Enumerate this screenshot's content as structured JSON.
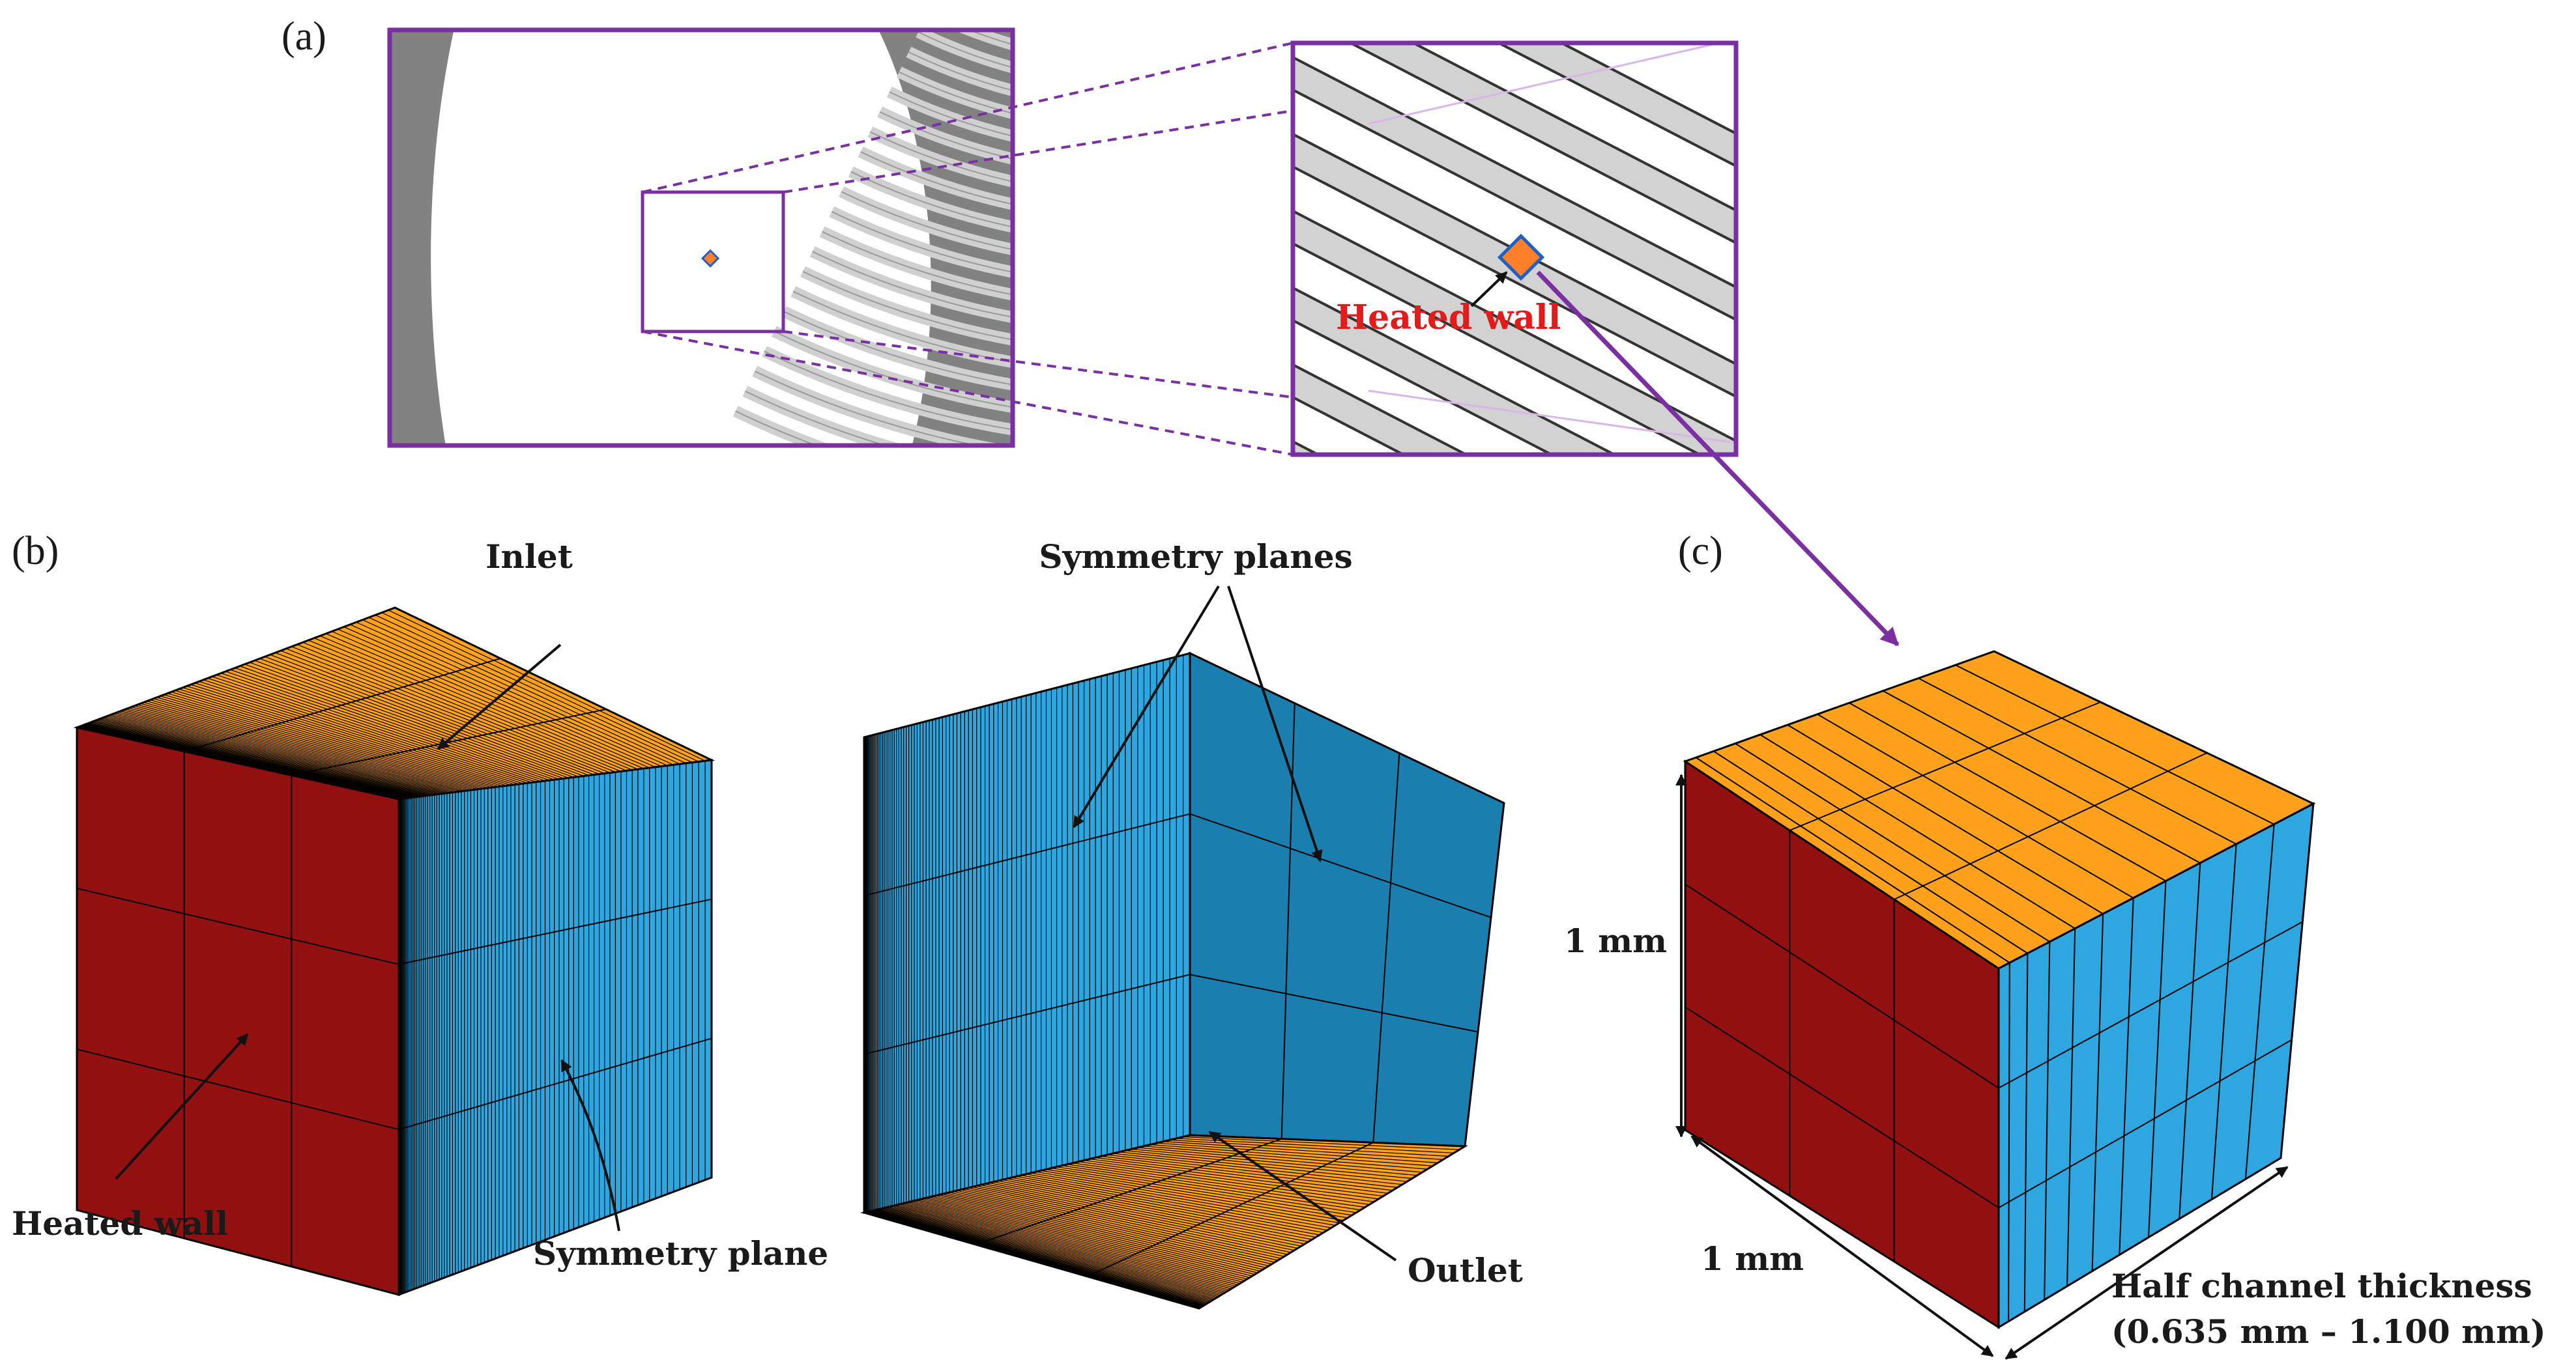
{
  "panels": {
    "a": "(a)",
    "b": "(b)",
    "c": "(c)"
  },
  "labels": {
    "heated_wall_zoom": "Heated wall",
    "inlet": "Inlet",
    "heated_wall": "Heated wall",
    "symmetry_plane": "Symmetry plane",
    "symmetry_planes": "Symmetry planes",
    "outlet": "Outlet",
    "dim_height": "1 mm",
    "dim_depth": "1 mm",
    "half_channel_line1": "Half channel thickness",
    "half_channel_line2": "(0.635 mm – 1.100 mm)"
  },
  "colors": {
    "heated": "#921010",
    "inlet": "#ffa11a",
    "symmetry": "#2ea6df",
    "symmetry_dark": "#1a7fae",
    "frame": "#7a2fa2",
    "gray": "#828282",
    "light_gray": "#d4d4d4"
  }
}
